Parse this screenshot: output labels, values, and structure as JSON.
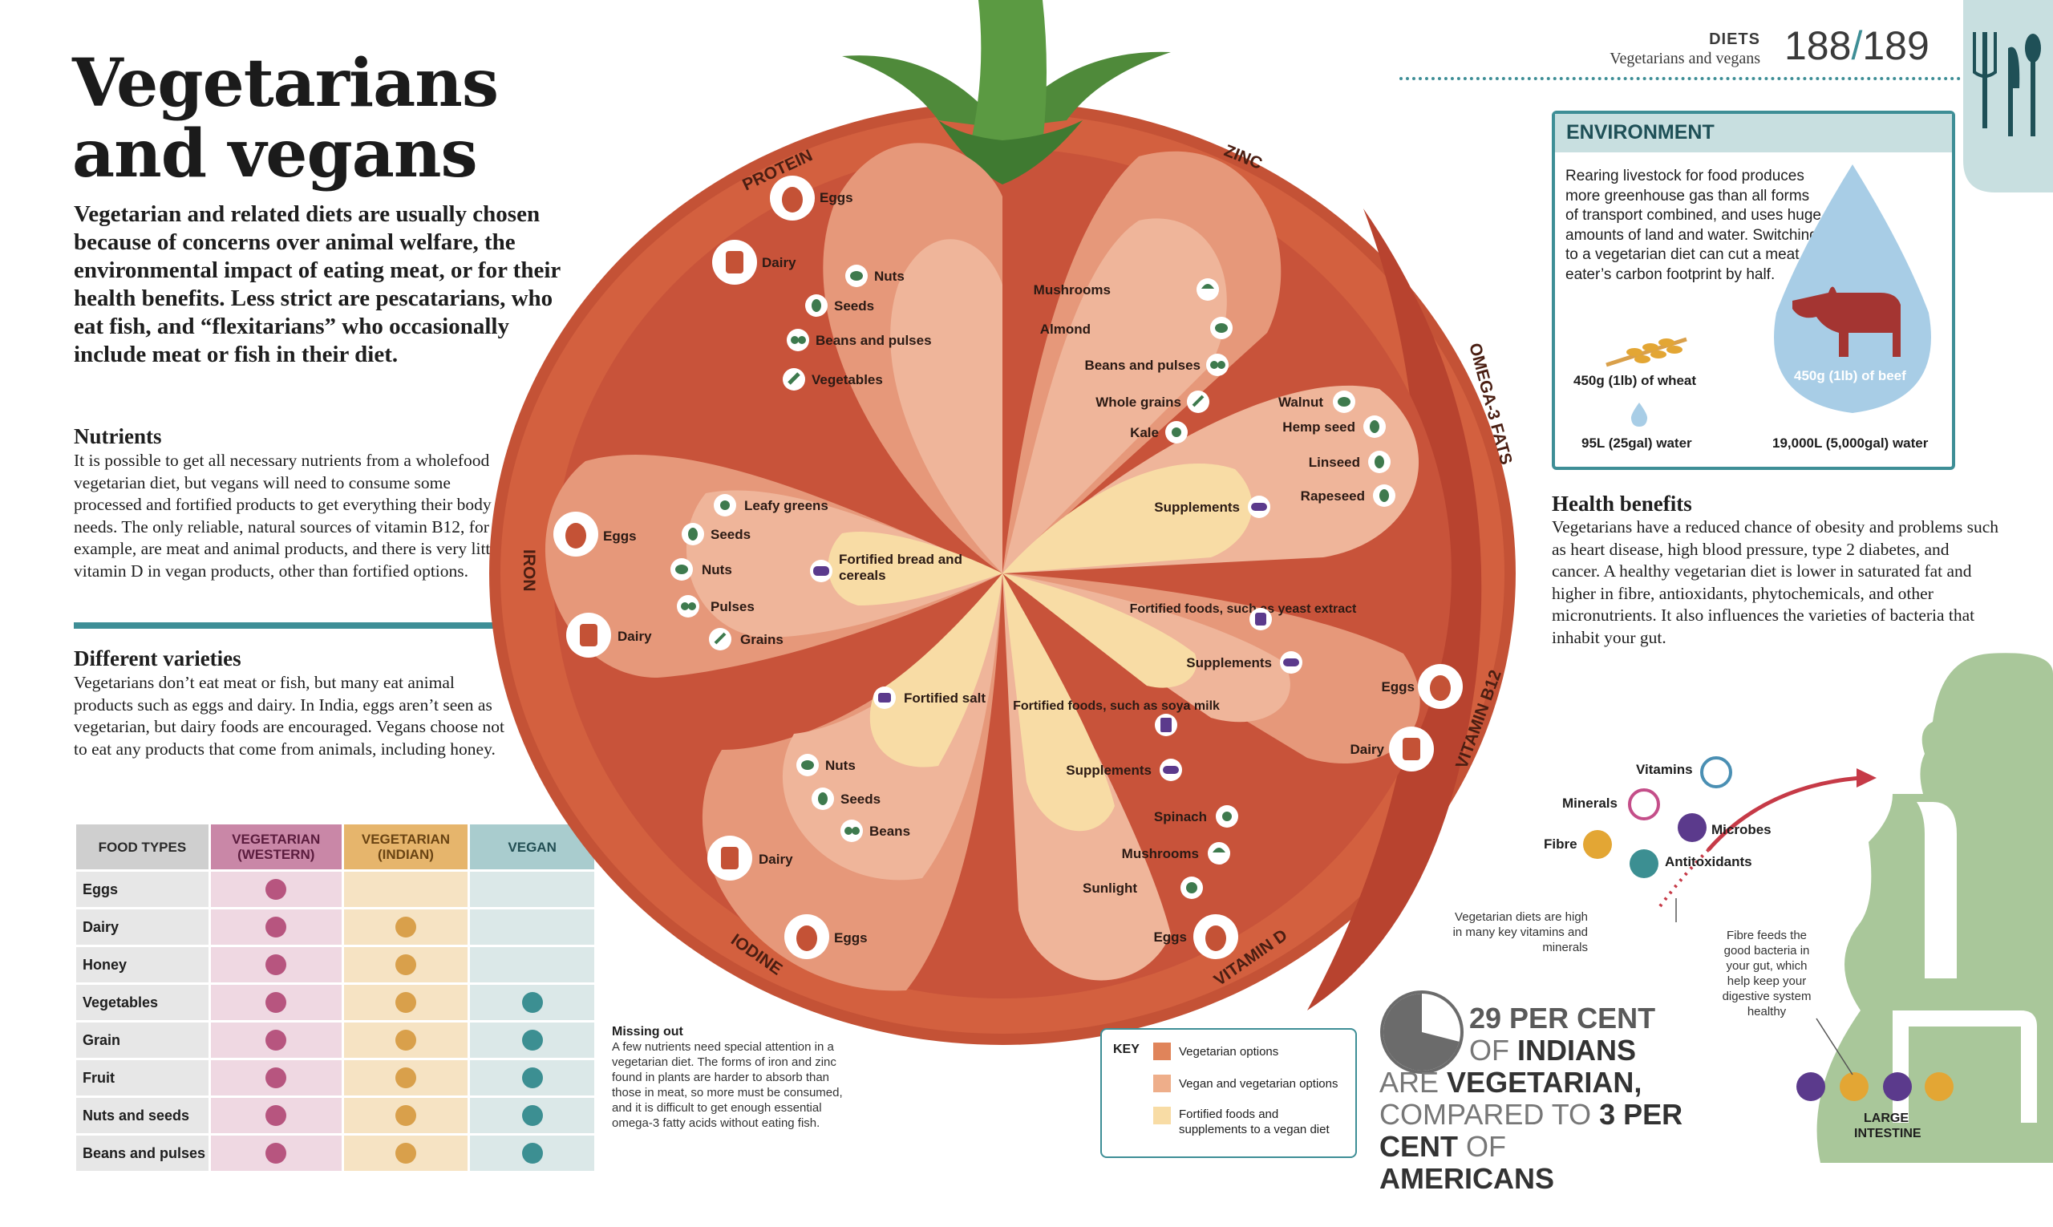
{
  "header": {
    "section": "DIETS",
    "subsection": "Vegetarians and vegans",
    "page_left": "188",
    "page_sep": "/",
    "page_right": "189"
  },
  "title_line1": "Vegetarians",
  "title_line2": "and vegans",
  "intro": "Vegetarian and related diets are usually chosen because of concerns over animal welfare, the environmental impact of eating meat, or for their health benefits. Less strict are pescatarians, who eat fish, and “flexitarians” who occasionally include meat or fish in their diet.",
  "nutrients": {
    "heading": "Nutrients",
    "text": "It is possible to get all necessary nutrients from a wholefood vegetarian diet, but vegans will need to consume some processed and fortified products to get everything their body needs. The only reliable, natural sources of vitamin B12, for example, are meat and animal products, and there is very little vitamin D in vegan products, other than fortified options."
  },
  "varieties": {
    "heading": "Different varieties",
    "text": "Vegetarians don’t eat meat or fish, but many eat animal products such as eggs and dairy. In India, eggs aren’t seen as vegetarian, but dairy foods are encouraged. Vegans choose not to eat any products that come from animals, including honey."
  },
  "table": {
    "headers": [
      "FOOD TYPES",
      "VEGETARIAN (WESTERN)",
      "VEGETARIAN (INDIAN)",
      "VEGAN"
    ],
    "rows": [
      {
        "label": "Eggs",
        "western": true,
        "indian": false,
        "vegan": false
      },
      {
        "label": "Dairy",
        "western": true,
        "indian": true,
        "vegan": false
      },
      {
        "label": "Honey",
        "western": true,
        "indian": true,
        "vegan": false
      },
      {
        "label": "Vegetables",
        "western": true,
        "indian": true,
        "vegan": true
      },
      {
        "label": "Grain",
        "western": true,
        "indian": true,
        "vegan": true
      },
      {
        "label": "Fruit",
        "western": true,
        "indian": true,
        "vegan": true
      },
      {
        "label": "Nuts and seeds",
        "western": true,
        "indian": true,
        "vegan": true
      },
      {
        "label": "Beans and pulses",
        "western": true,
        "indian": true,
        "vegan": true
      }
    ]
  },
  "missing_out": {
    "heading": "Missing out",
    "text": "A few nutrients need special attention in a vegetarian diet. The forms of iron and zinc found in plants are harder to absorb than those in meat, so more must be consumed, and it is difficult to get enough essential omega-3 fatty acids without eating fish."
  },
  "tomato": {
    "nutrients": [
      "PROTEIN",
      "ZINC",
      "OMEGA-3 FATS",
      "VITAMIN B12",
      "VITAMIN D",
      "IODINE",
      "IRON"
    ],
    "protein": [
      "Eggs",
      "Dairy",
      "Nuts",
      "Seeds",
      "Beans and pulses",
      "Vegetables"
    ],
    "zinc": [
      "Mushrooms",
      "Almond",
      "Beans and pulses",
      "Whole grains",
      "Kale"
    ],
    "omega3": [
      "Walnut",
      "Hemp seed",
      "Linseed",
      "Rapeseed",
      "Supplements"
    ],
    "b12": [
      "Fortified foods, such as yeast extract",
      "Supplements",
      "Eggs",
      "Dairy"
    ],
    "vitd": [
      "Fortified foods, such as soya milk",
      "Supplements",
      "Spinach",
      "Mushrooms",
      "Sunlight",
      "Eggs"
    ],
    "iodine": [
      "Fortified salt",
      "Nuts",
      "Seeds",
      "Beans",
      "Dairy",
      "Eggs"
    ],
    "iron": [
      "Eggs",
      "Dairy",
      "Leafy greens",
      "Seeds",
      "Nuts",
      "Pulses",
      "Grains",
      "Fortified bread and cereals"
    ]
  },
  "key": {
    "heading": "KEY",
    "items": [
      {
        "label": "Vegetarian options",
        "color": "#e0845a"
      },
      {
        "label": "Vegan and vegetarian options",
        "color": "#eeae8a"
      },
      {
        "label": "Fortified foods and supplements to a vegan diet",
        "color": "#f8dca5"
      }
    ]
  },
  "stat": {
    "line1": "29 PER CENT",
    "line2a": "OF",
    "line2b": "INDIANS",
    "line3a": "ARE",
    "line3b": "VEGETARIAN,",
    "line4a": "COMPARED TO",
    "line4b": "3 PER",
    "line5a": "CENT",
    "line5b": "OF",
    "line5c": "AMERICANS",
    "fraction": 0.29
  },
  "environment": {
    "heading": "ENVIRONMENT",
    "text": "Rearing livestock for food produces more greenhouse gas than all forms of transport combined, and uses huge amounts of land and water. Switching to a vegetarian diet can cut a meat eater’s carbon footprint by half.",
    "wheat_label": "450g (1lb) of wheat",
    "wheat_water": "95L (25gal) water",
    "beef_label": "450g (1lb) of beef",
    "beef_water": "19,000L (5,000gal) water"
  },
  "health": {
    "heading": "Health benefits",
    "text": "Vegetarians have a reduced chance of obesity and problems such as heart disease, high blood pressure, type 2 diabetes, and cancer. A healthy vegetarian diet is lower in saturated fat and higher in fibre, antioxidants, phytochemicals, and other micronutrients. It also influences the varieties of bacteria that inhabit your gut.",
    "labels": [
      "Vitamins",
      "Minerals",
      "Microbes",
      "Fibre",
      "Antitoxidants"
    ],
    "note1": "Vegetarian diets are high in many key vitamins and minerals",
    "note2": "Fibre feeds the good bacteria in your gut, which help keep your digestive system healthy",
    "intestine": "LARGE INTESTINE"
  }
}
